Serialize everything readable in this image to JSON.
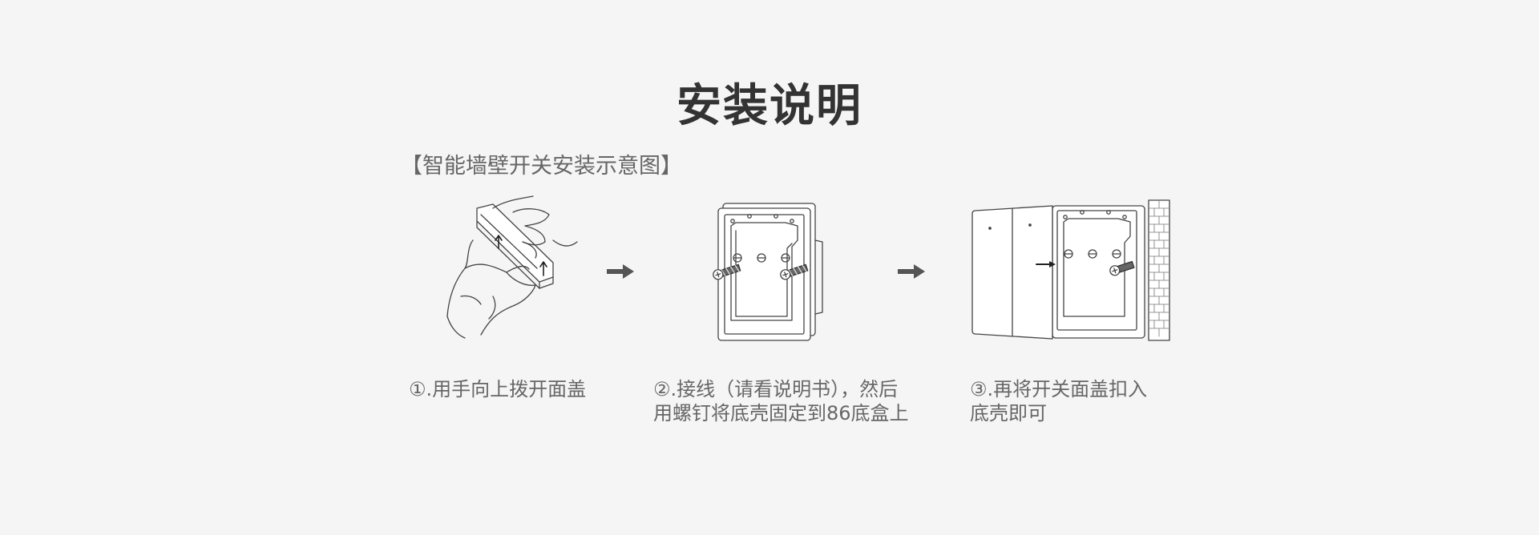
{
  "title": "安装说明",
  "subtitle": "【智能墙壁开关安装示意图】",
  "steps": [
    {
      "line1": "①.用手向上拨开面盖",
      "line2": ""
    },
    {
      "line1": "②.接线（请看说明书），然后",
      "line2": "用螺钉将底壳固定到86底盒上"
    },
    {
      "line1": "③.再将开关面盖扣入",
      "line2": "底壳即可"
    }
  ],
  "icons": [
    "hand-lifting-cover-icon",
    "arrow-right-icon",
    "base-plate-with-screws-icon",
    "arrow-right-icon",
    "cover-snap-on-wall-icon"
  ],
  "colors": {
    "background": "#f5f5f5",
    "title": "#333333",
    "text": "#666666",
    "line": "#555555"
  }
}
